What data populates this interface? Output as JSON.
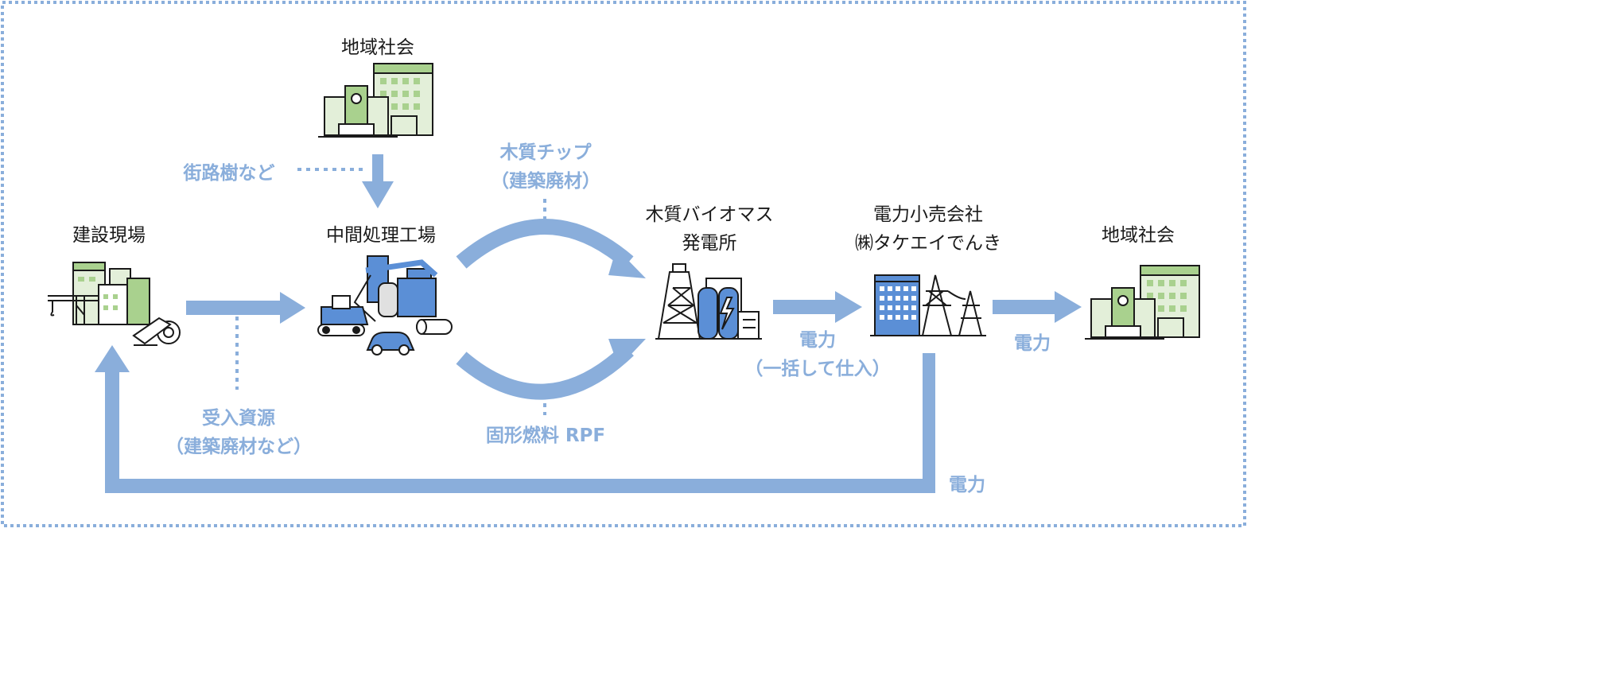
{
  "nodes": {
    "community_top": "地域社会",
    "construction_site": "建設現場",
    "processing_plant": "中間処理工場",
    "power_plant_line1": "木質バイオマス",
    "power_plant_line2": "発電所",
    "retailer_line1": "電力小売会社",
    "retailer_line2": "㈱タケエイでんき",
    "community_right": "地域社会"
  },
  "flows": {
    "street_trees": "街路樹など",
    "wood_chip_line1": "木質チップ",
    "wood_chip_line2": "（建築廃材）",
    "accepted_line1": "受入資源",
    "accepted_line2": "（建築廃材など）",
    "solid_fuel": "固形燃料 RPF",
    "power_bulk_line1": "電力",
    "power_bulk_line2": "（一括して仕入）",
    "power_right": "電力",
    "power_return": "電力"
  },
  "colors": {
    "arrow": "#8aaedb",
    "dotted_border": "#8aaedb",
    "building_green": "#a9d18e",
    "building_light": "#e3efd9",
    "machine_blue": "#5b8fd6",
    "outline": "#1a1a1a"
  }
}
